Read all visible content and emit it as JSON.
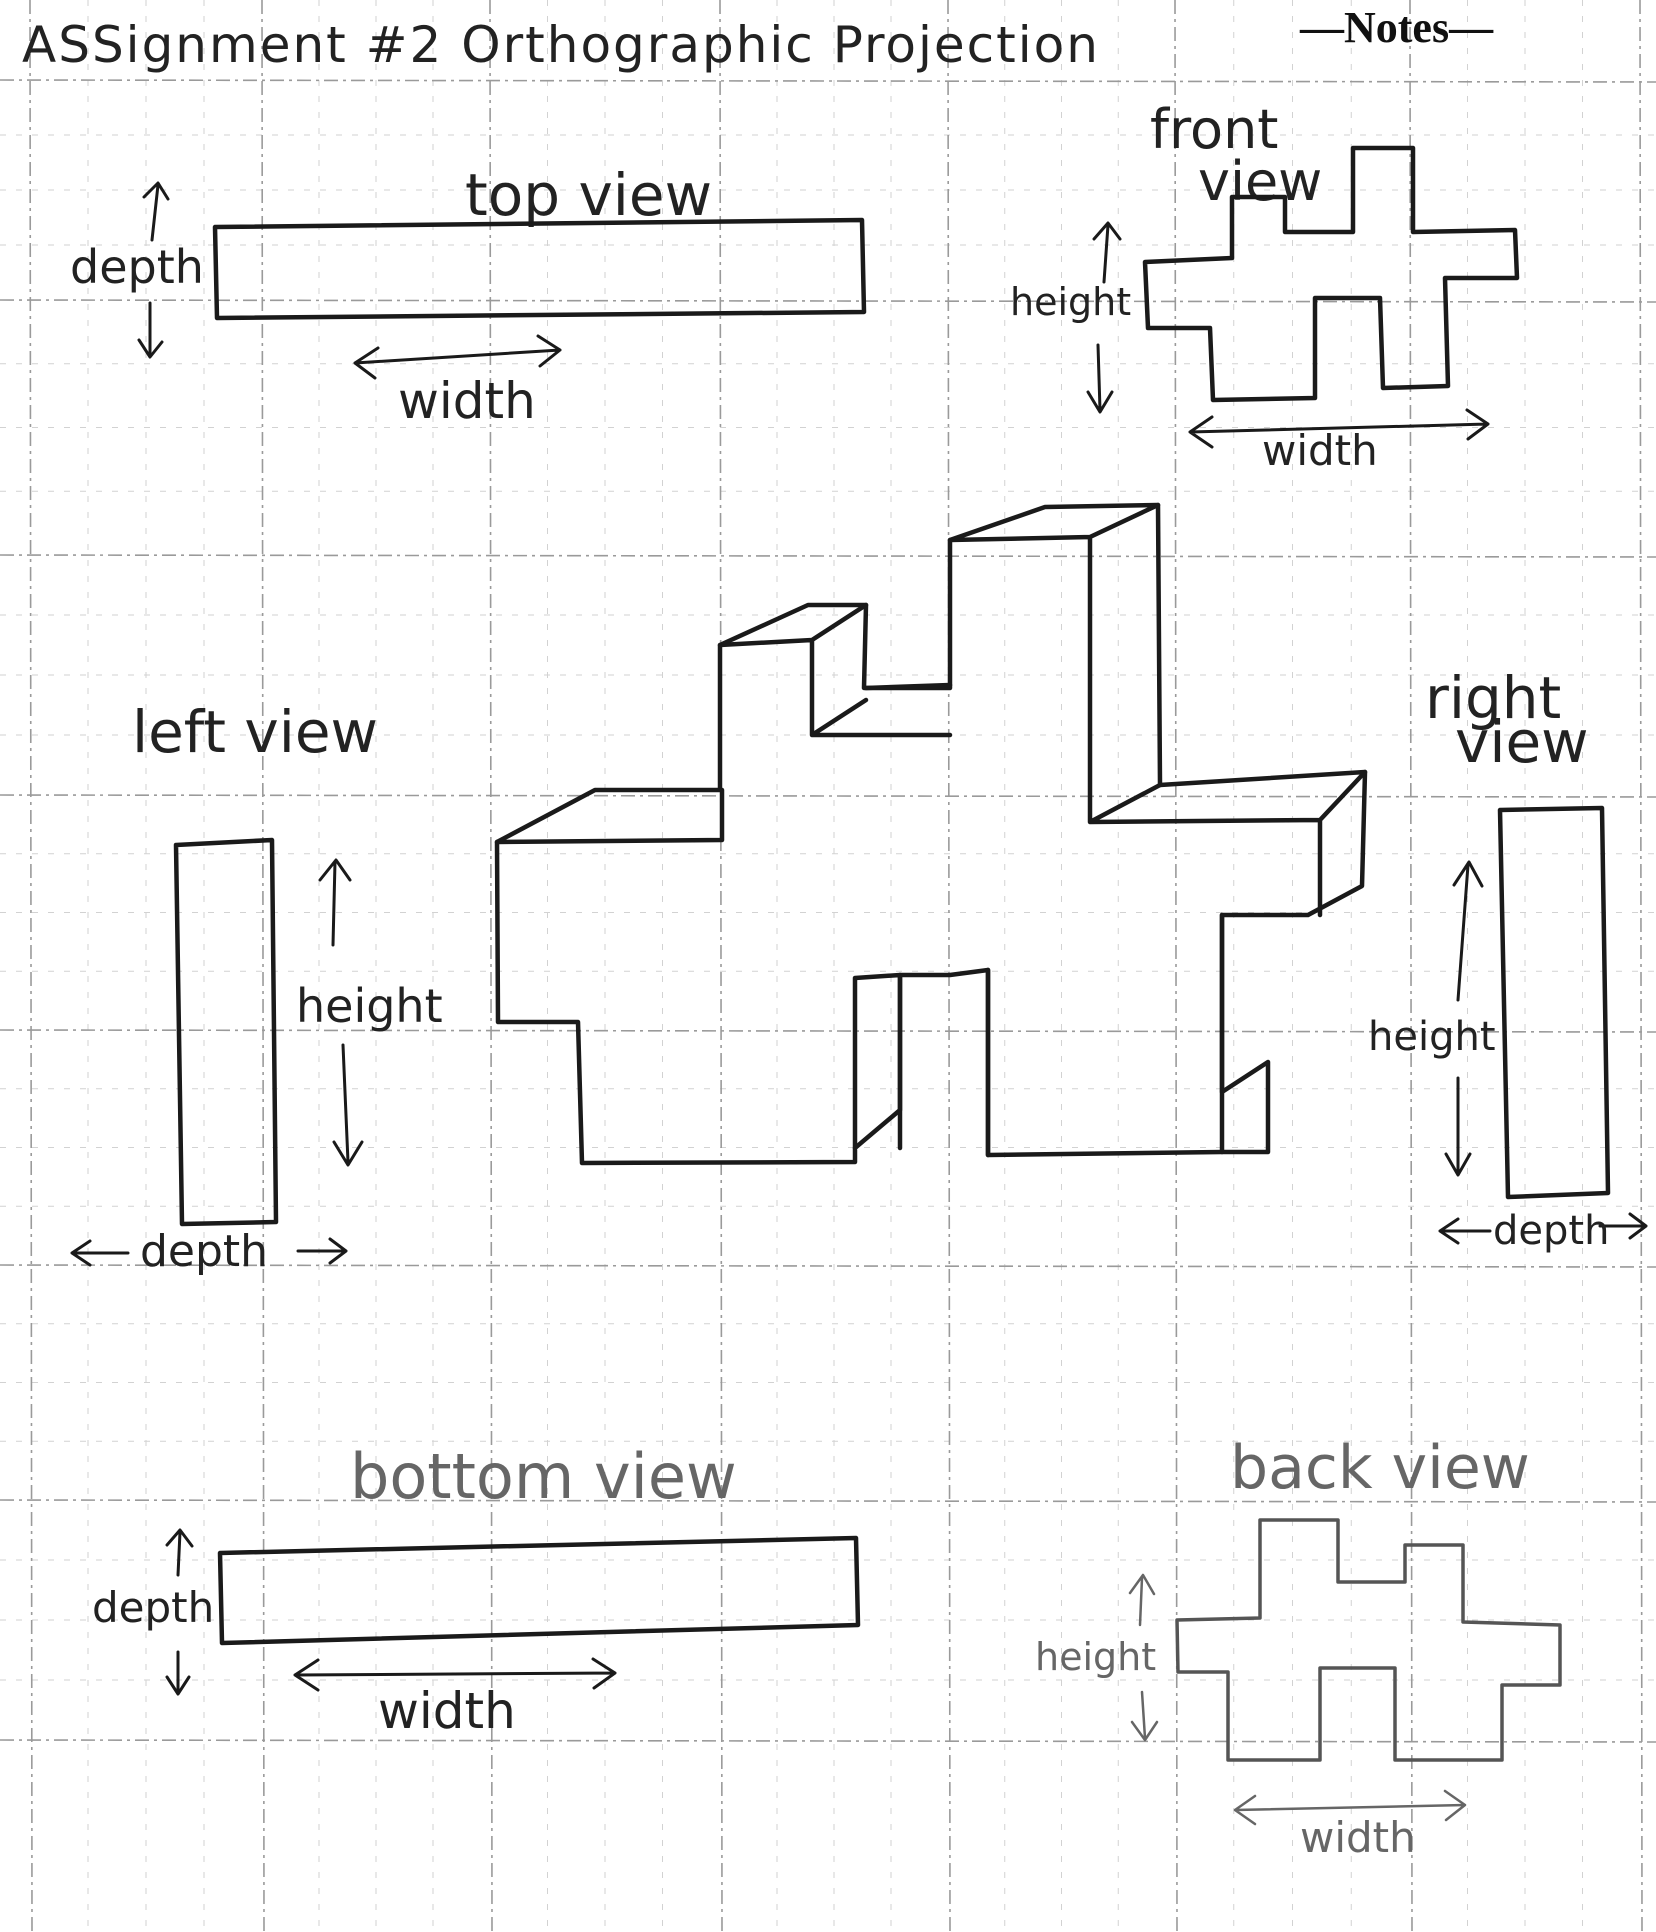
{
  "header": {
    "title": "ASSignment #2 Orthographic Projection",
    "notes_label": "—Notes—"
  },
  "views": {
    "top": {
      "title": "top view",
      "vertical_label": "depth",
      "horizontal_label": "width"
    },
    "front": {
      "title_line1": "front",
      "title_line2": "view",
      "vertical_label": "height",
      "horizontal_label": "width"
    },
    "left": {
      "title": "left view",
      "vertical_label": "height",
      "horizontal_label": "depth"
    },
    "right": {
      "title_line1": "right",
      "title_line2": "view",
      "vertical_label": "height",
      "horizontal_label": "depth"
    },
    "bottom": {
      "title": "bottom view",
      "vertical_label": "depth",
      "horizontal_label": "width"
    },
    "back": {
      "title": "back view",
      "vertical_label": "height",
      "horizontal_label": "width"
    }
  },
  "colors": {
    "ink": "#1a1a1a",
    "pencil": "#666666",
    "grid": "#9a9a9a",
    "paper": "#ffffff"
  }
}
